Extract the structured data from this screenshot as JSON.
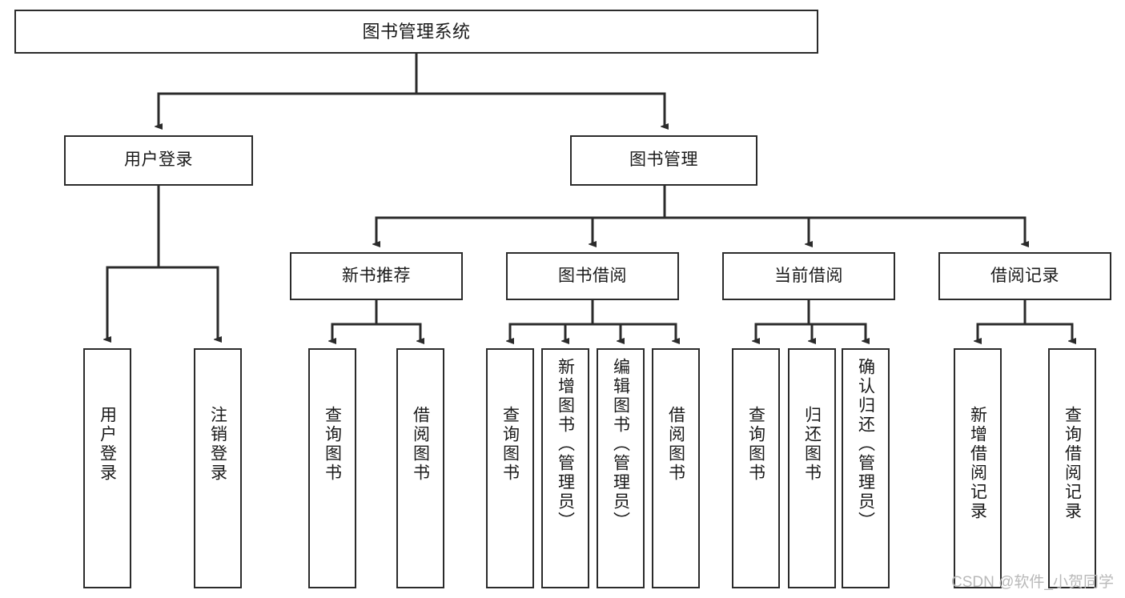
{
  "diagram": {
    "title": "图书管理系统",
    "type": "tree",
    "orientation": "top-down",
    "colors": {
      "box_border": "#2b2b2b",
      "box_fill": "#ffffff",
      "connector": "#2b2b2b",
      "text": "#1a1a1a",
      "watermark": "#b9b9b9",
      "background": "#ffffff"
    },
    "watermark": "CSDN @软件_小贺同学",
    "nodes": {
      "root": {
        "label": "图书管理系统"
      },
      "level2": [
        {
          "id": "user-login",
          "label": "用户登录"
        },
        {
          "id": "book-management",
          "label": "图书管理"
        }
      ],
      "level3": [
        {
          "id": "new-book-recommend",
          "label": "新书推荐"
        },
        {
          "id": "book-borrow",
          "label": "图书借阅"
        },
        {
          "id": "current-borrow",
          "label": "当前借阅"
        },
        {
          "id": "borrow-record",
          "label": "借阅记录"
        }
      ],
      "leaves": {
        "user_login": [
          {
            "id": "leaf-user-login",
            "label": "用户登录"
          },
          {
            "id": "leaf-logout-login",
            "label": "注销登录"
          }
        ],
        "new_book_recommend": [
          {
            "id": "leaf-query-book-1",
            "label": "查询图书"
          },
          {
            "id": "leaf-borrow-book-1",
            "label": "借阅图书"
          }
        ],
        "book_borrow": [
          {
            "id": "leaf-query-book-2",
            "label": "查询图书"
          },
          {
            "id": "leaf-add-book",
            "label": "新增图书（管理员）"
          },
          {
            "id": "leaf-edit-book",
            "label": "编辑图书（管理员）"
          },
          {
            "id": "leaf-borrow-book-2",
            "label": "借阅图书"
          }
        ],
        "current_borrow": [
          {
            "id": "leaf-query-book-3",
            "label": "查询图书"
          },
          {
            "id": "leaf-return-book",
            "label": "归还图书"
          },
          {
            "id": "leaf-confirm-return",
            "label": "确认归还（管理员）"
          }
        ],
        "borrow_record": [
          {
            "id": "leaf-add-record",
            "label": "新增借阅记录"
          },
          {
            "id": "leaf-query-record",
            "label": "查询借阅记录"
          }
        ]
      }
    }
  }
}
